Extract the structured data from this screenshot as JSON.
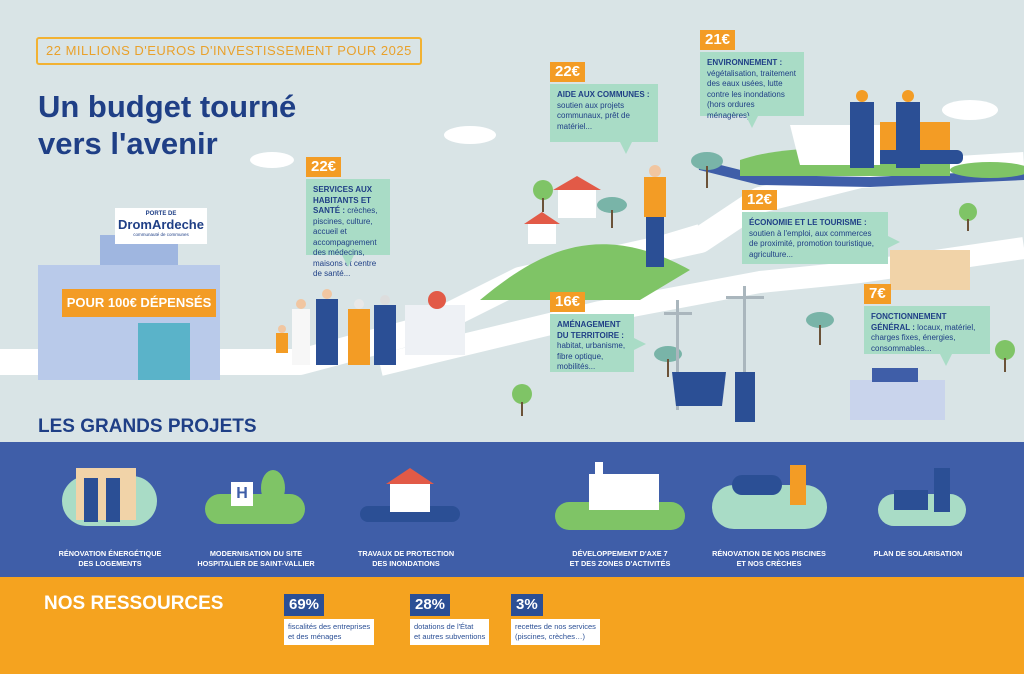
{
  "header": {
    "tagline": "22 MILLIONS D'EUROS D'INVESTISSEMENT POUR 2025",
    "title_line1": "Un budget tourné",
    "title_line2": "vers l'avenir"
  },
  "logo": {
    "small": "PORTE DE",
    "name": "DromArdeche",
    "sub": "communauté de communes"
  },
  "spending_banner": "POUR 100€ DÉPENSÉS",
  "spending": [
    {
      "amount": "22€",
      "heading": "SERVICES AUX HABITANTS ET SANTÉ :",
      "text": "crèches, piscines, culture, accueil et accompagnement des médecins, maisons et centre de santé..."
    },
    {
      "amount": "22€",
      "heading": "AIDE AUX COMMUNES :",
      "text": "soutien aux projets communaux, prêt de matériel..."
    },
    {
      "amount": "21€",
      "heading": "ENVIRONNEMENT :",
      "text": "végétalisation, traitement des eaux usées, lutte contre les inondations (hors ordures ménagères)"
    },
    {
      "amount": "12€",
      "heading": "ÉCONOMIE ET LE TOURISME :",
      "text": "soutien à l'emploi, aux commerces de proximité, promotion touristique, agriculture..."
    },
    {
      "amount": "16€",
      "heading": "AMÉNAGEMENT DU TERRITOIRE :",
      "text": "habitat, urbanisme, fibre optique, mobilités..."
    },
    {
      "amount": "7€",
      "heading": "FONCTIONNEMENT GÉNÉRAL :",
      "text": "locaux, matériel, charges fixes, énergies, consommables..."
    }
  ],
  "projects_title": "LES GRANDS PROJETS",
  "projects": [
    {
      "line1": "Rénovation énergétique",
      "line2": "des logements",
      "icon": "workers-house-icon"
    },
    {
      "line1": "Modernisation du site",
      "line2": "hospitalier de Saint-Vallier",
      "icon": "hospital-icon",
      "badge": "H"
    },
    {
      "line1": "Travaux de protection",
      "line2": "des inondations",
      "icon": "flooded-house-icon"
    },
    {
      "line1": "Développement d'axe 7",
      "line2": "et des zones d'activités",
      "icon": "factory-icon"
    },
    {
      "line1": "Rénovation de nos piscines",
      "line2": "et nos crèches",
      "icon": "pool-icon"
    },
    {
      "line1": "Plan de solarisation",
      "line2": "",
      "icon": "solar-panel-icon"
    }
  ],
  "resources_title": "NOS RESSOURCES",
  "resources": [
    {
      "pct": "69%",
      "line1": "fiscalités des entreprises",
      "line2": "et des ménages"
    },
    {
      "pct": "28%",
      "line1": "dotations de l'État",
      "line2": "et autres subventions"
    },
    {
      "pct": "3%",
      "line1": "recettes de nos services",
      "line2": "(piscines, crèches…)"
    }
  ],
  "colors": {
    "navy": "#1f3f86",
    "orange": "#f39c25",
    "mint": "#a9dcc6",
    "blue_band": "#3f5ea8",
    "bg": "#d9e4e6"
  }
}
